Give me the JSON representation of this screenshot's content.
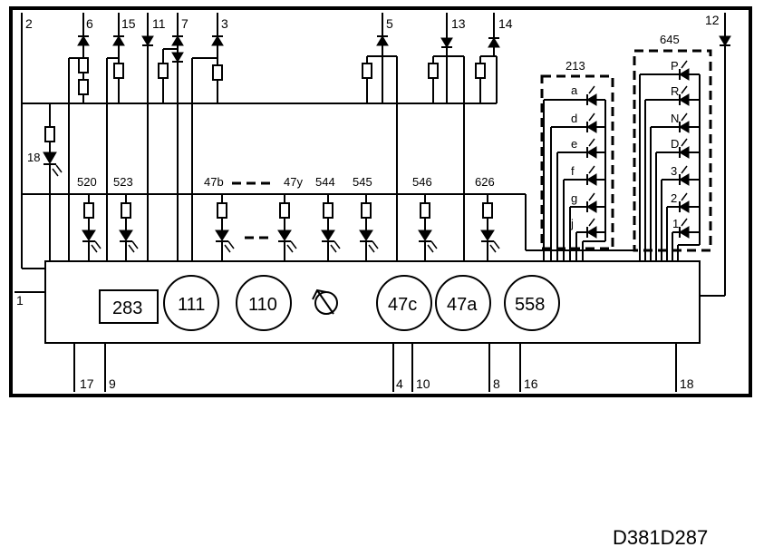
{
  "diagram_code": "D381D287",
  "pins_top": [
    "2",
    "6",
    "15",
    "11",
    "7",
    "3",
    "5",
    "13",
    "14",
    "12"
  ],
  "pins_bottom": [
    "1",
    "17",
    "9",
    "4",
    "10",
    "8",
    "16",
    "18"
  ],
  "pin_18_left": "18",
  "group_213": {
    "label": "213",
    "items": [
      "a",
      "d",
      "e",
      "f",
      "g",
      "j"
    ]
  },
  "group_645": {
    "label": "645",
    "items": [
      "P",
      "R",
      "N",
      "D",
      "3",
      "2",
      "1"
    ]
  },
  "led_labels": [
    "520",
    "523",
    "47b",
    "47y",
    "544",
    "545",
    "546",
    "626"
  ],
  "gauges": [
    "111",
    "110",
    "47c",
    "47a",
    "558"
  ],
  "box_283": "283"
}
